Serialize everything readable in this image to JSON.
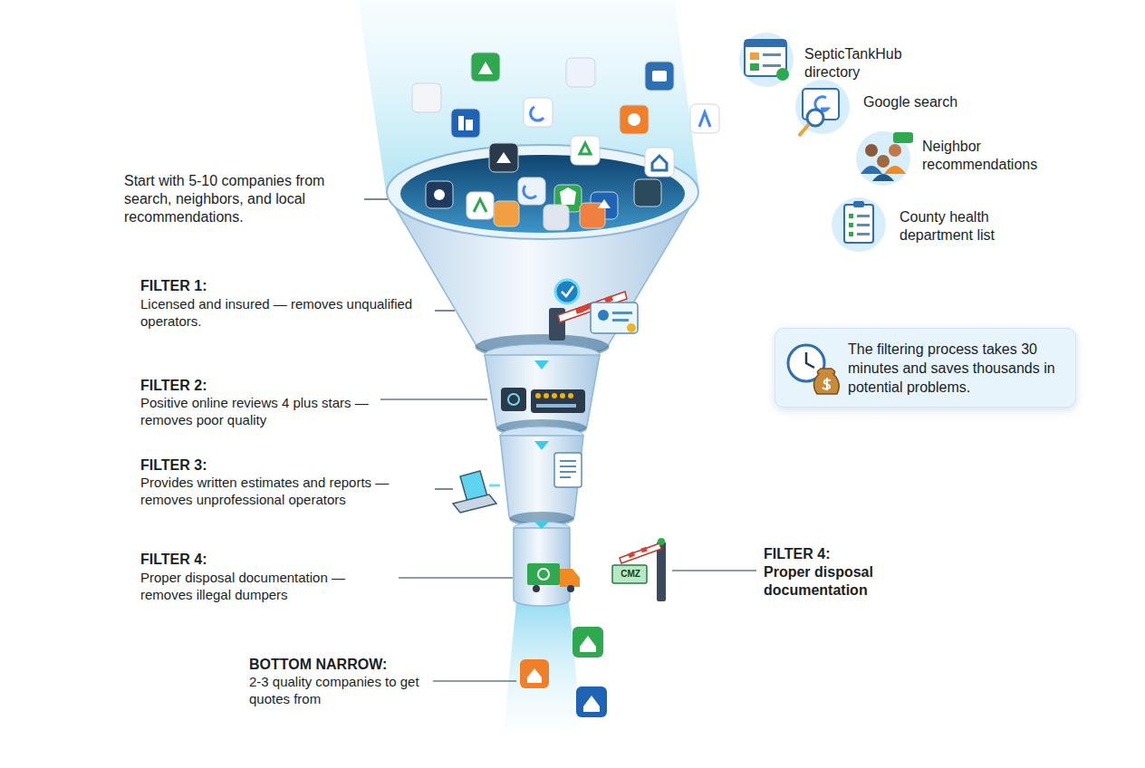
{
  "diagram": {
    "nodes": [
      {
        "text": [
          "The filtering process takes 30 minutes and saves thousands in potential problems."
        ]
      }
    ],
    "labels": [
      "SepticTankHub directory",
      "Google search",
      "Neighbor recommendations",
      "County health department list",
      "Start with 5-10 companies from search, neighbors, and local recommendations.",
      "FILTER 1:",
      "Licensed and insured — removes unqualified operators.",
      "FILTER 2:",
      "Positive online reviews 4 plus stars — removes poor quality",
      "FILTER 3:",
      "Provides written estimates and reports — removes unprofessional operators",
      "FILTER 4:",
      "Proper disposal documentation — removes illegal dumpers",
      "FILTER 4:",
      "Proper disposal documentation",
      "BOTTOM NARROW:",
      "2-3 quality companies to get quotes from",
      "CMZ"
    ]
  }
}
